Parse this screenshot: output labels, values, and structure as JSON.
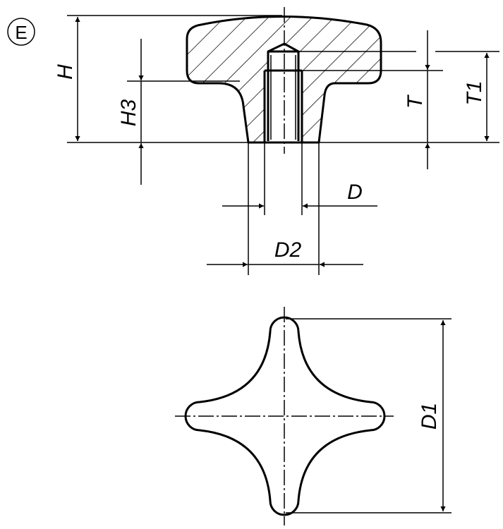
{
  "variant_mark": "E",
  "labels": {
    "H": "H",
    "H3": "H3",
    "T": "T",
    "T1": "T1",
    "D": "D",
    "D2": "D2",
    "D1": "D1"
  },
  "colors": {
    "line": "#000000",
    "background": "#ffffff"
  }
}
